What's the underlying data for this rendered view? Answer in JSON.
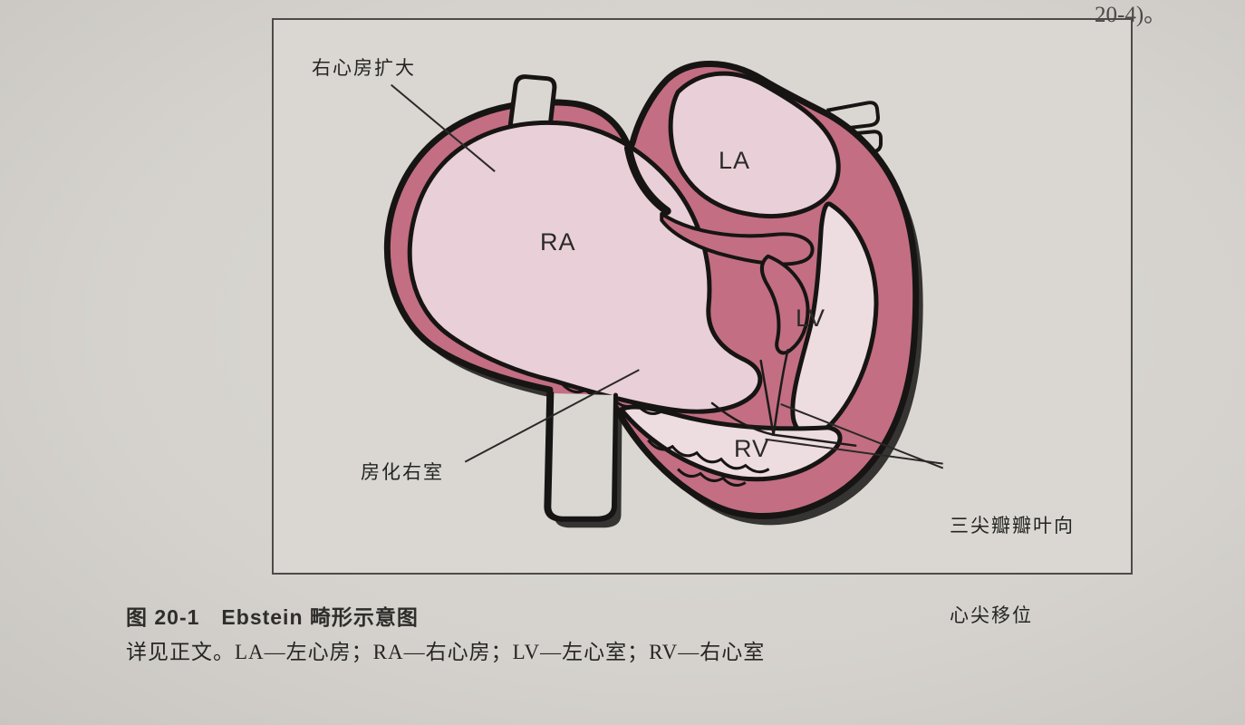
{
  "page": {
    "corner_fragment": "20-4)。",
    "background_color": "#d5d2cd"
  },
  "figure": {
    "chamber_labels": {
      "ra": "RA",
      "la": "LA",
      "lv": "LV",
      "rv": "RV"
    },
    "annotations": {
      "ra_enlarged": "右心房扩大",
      "atrialized_rv": "房化右室",
      "tricuspid_line1": "三尖瓣瓣叶向",
      "tricuspid_line2": "心尖移位"
    },
    "colors": {
      "myocardium": "#c36e82",
      "chamber_pink": "#e9cfd7",
      "chamber_light": "#eddce0",
      "outline": "#161514",
      "paper": "#dad7d2"
    }
  },
  "caption": {
    "line1": "图 20-1　Ebstein 畸形示意图",
    "line2": "详见正文。LA—左心房；RA—右心房；LV—左心室；RV—右心室"
  }
}
